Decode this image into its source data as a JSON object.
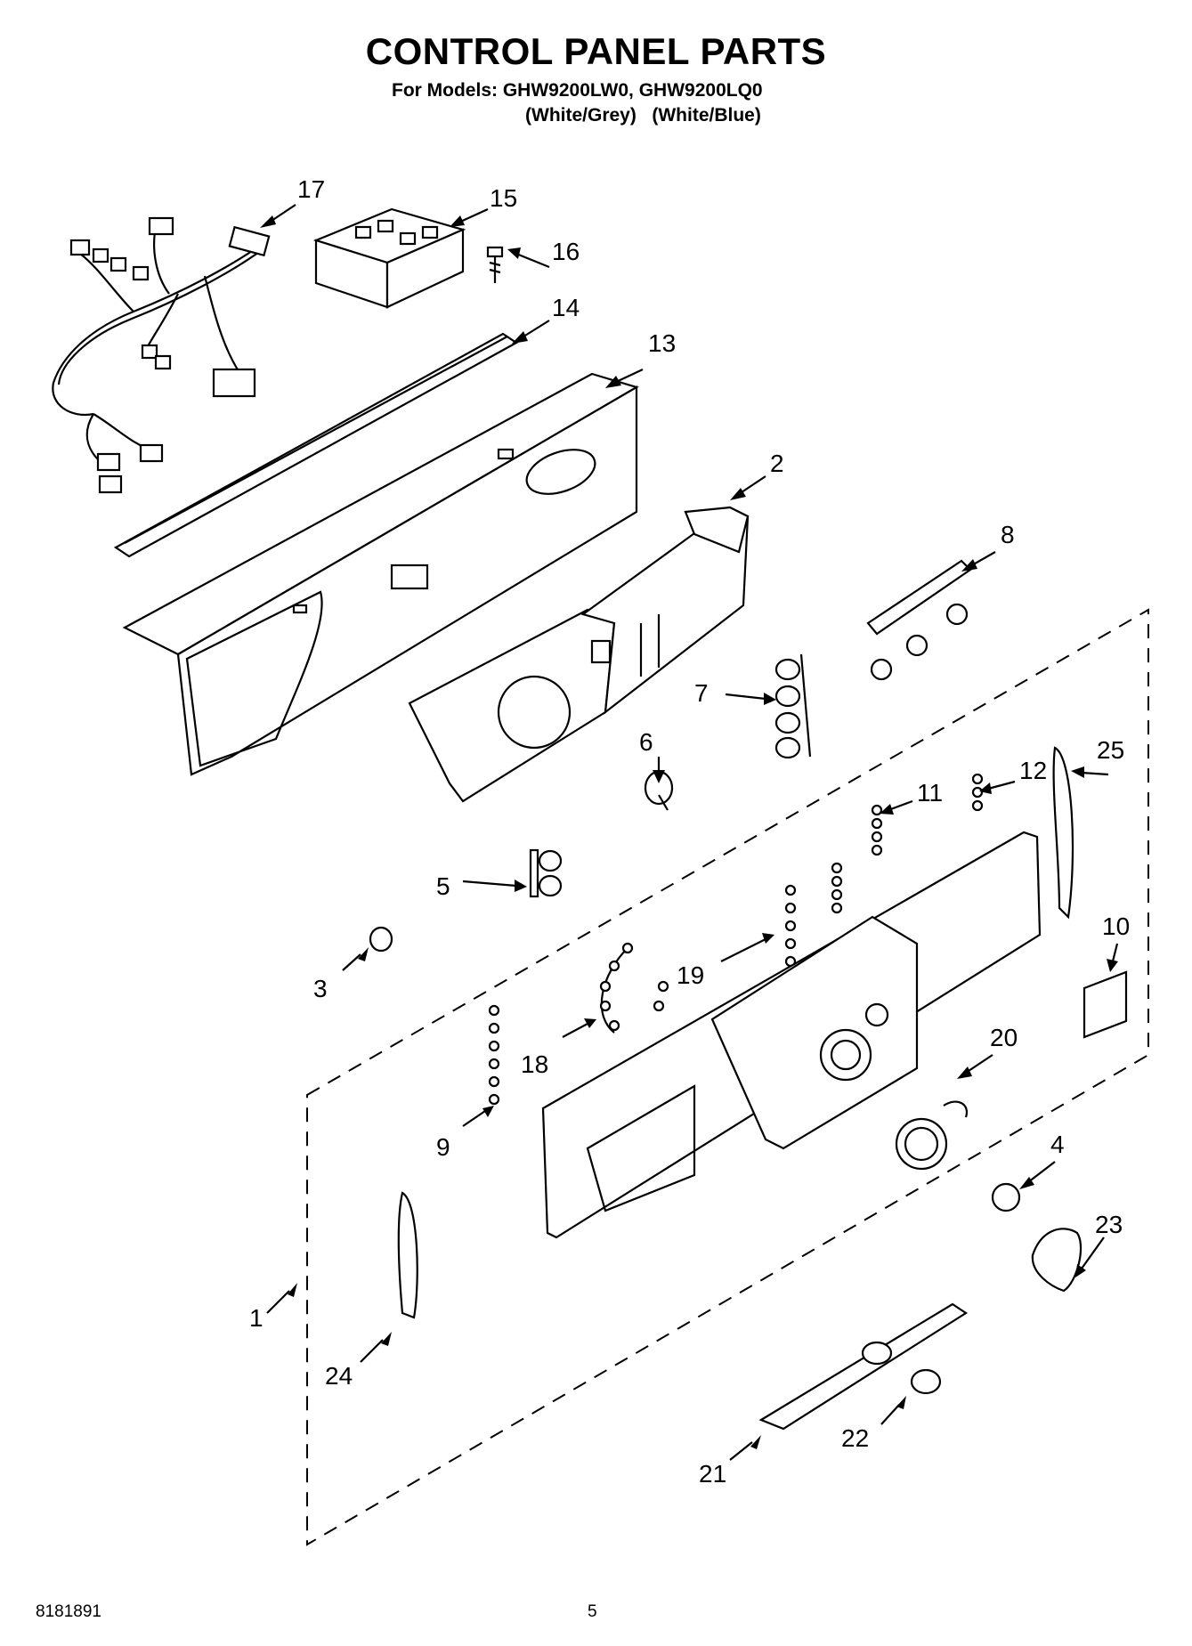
{
  "header": {
    "title": "CONTROL PANEL PARTS",
    "models_line": "For Models: GHW9200LW0, GHW9200LQ0",
    "variants_line": "(White/Grey)   (White/Blue)"
  },
  "footer": {
    "doc_number": "8181891",
    "page_number": "5"
  },
  "callouts": [
    "17",
    "15",
    "16",
    "14",
    "13",
    "2",
    "8",
    "7",
    "6",
    "12",
    "25",
    "11",
    "5",
    "10",
    "3",
    "19",
    "18",
    "20",
    "9",
    "4",
    "1",
    "23",
    "24",
    "22",
    "21"
  ]
}
